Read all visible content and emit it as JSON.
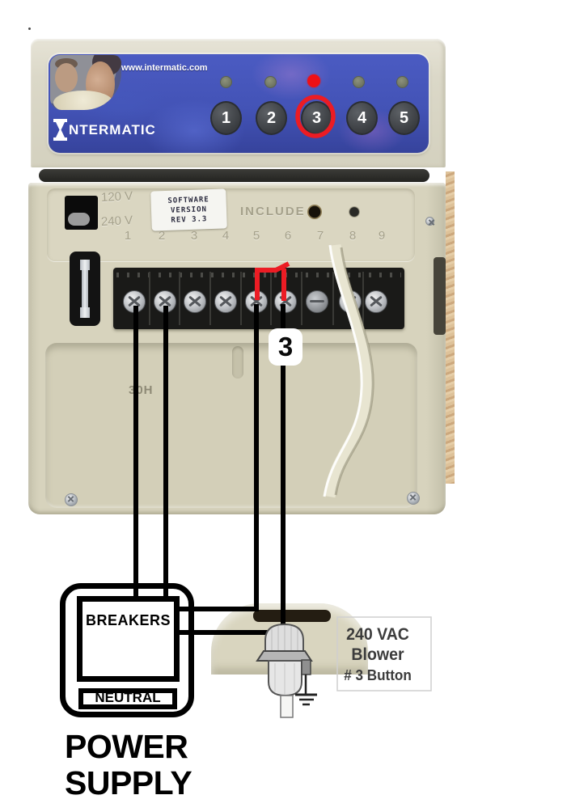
{
  "colors": {
    "annotation_red": "#ec1c24",
    "wire_black": "#000000",
    "label_blue": "#4353b6",
    "case_beige": "#d6d2bc"
  },
  "panel": {
    "url_text": "www.intermatic.com",
    "brand_icon": "hourglass-logo-icon",
    "brand_rest": "NTERMATIC",
    "buttons": [
      "1",
      "2",
      "3",
      "4",
      "5"
    ],
    "highlighted_button": "3"
  },
  "board": {
    "voltage_top": "120 V",
    "voltage_bottom": "240 V",
    "sticker_line1": "SOFTWARE",
    "sticker_line2": "VERSION",
    "sticker_line3": "REV 3.3",
    "include_label": "INCLUDE",
    "terminals": [
      "1",
      "2",
      "3",
      "4",
      "5",
      "6",
      "7",
      "8",
      "9"
    ],
    "case_code": "30H"
  },
  "diagram": {
    "terminal_callout": "3",
    "breakers": "BREAKERS",
    "neutral": "NEUTRAL",
    "power_supply_line1": "POWER",
    "power_supply_line2": "SUPPLY",
    "blower_line1": "240 VAC",
    "blower_line2": "Blower",
    "blower_line3": "# 3 Button"
  }
}
